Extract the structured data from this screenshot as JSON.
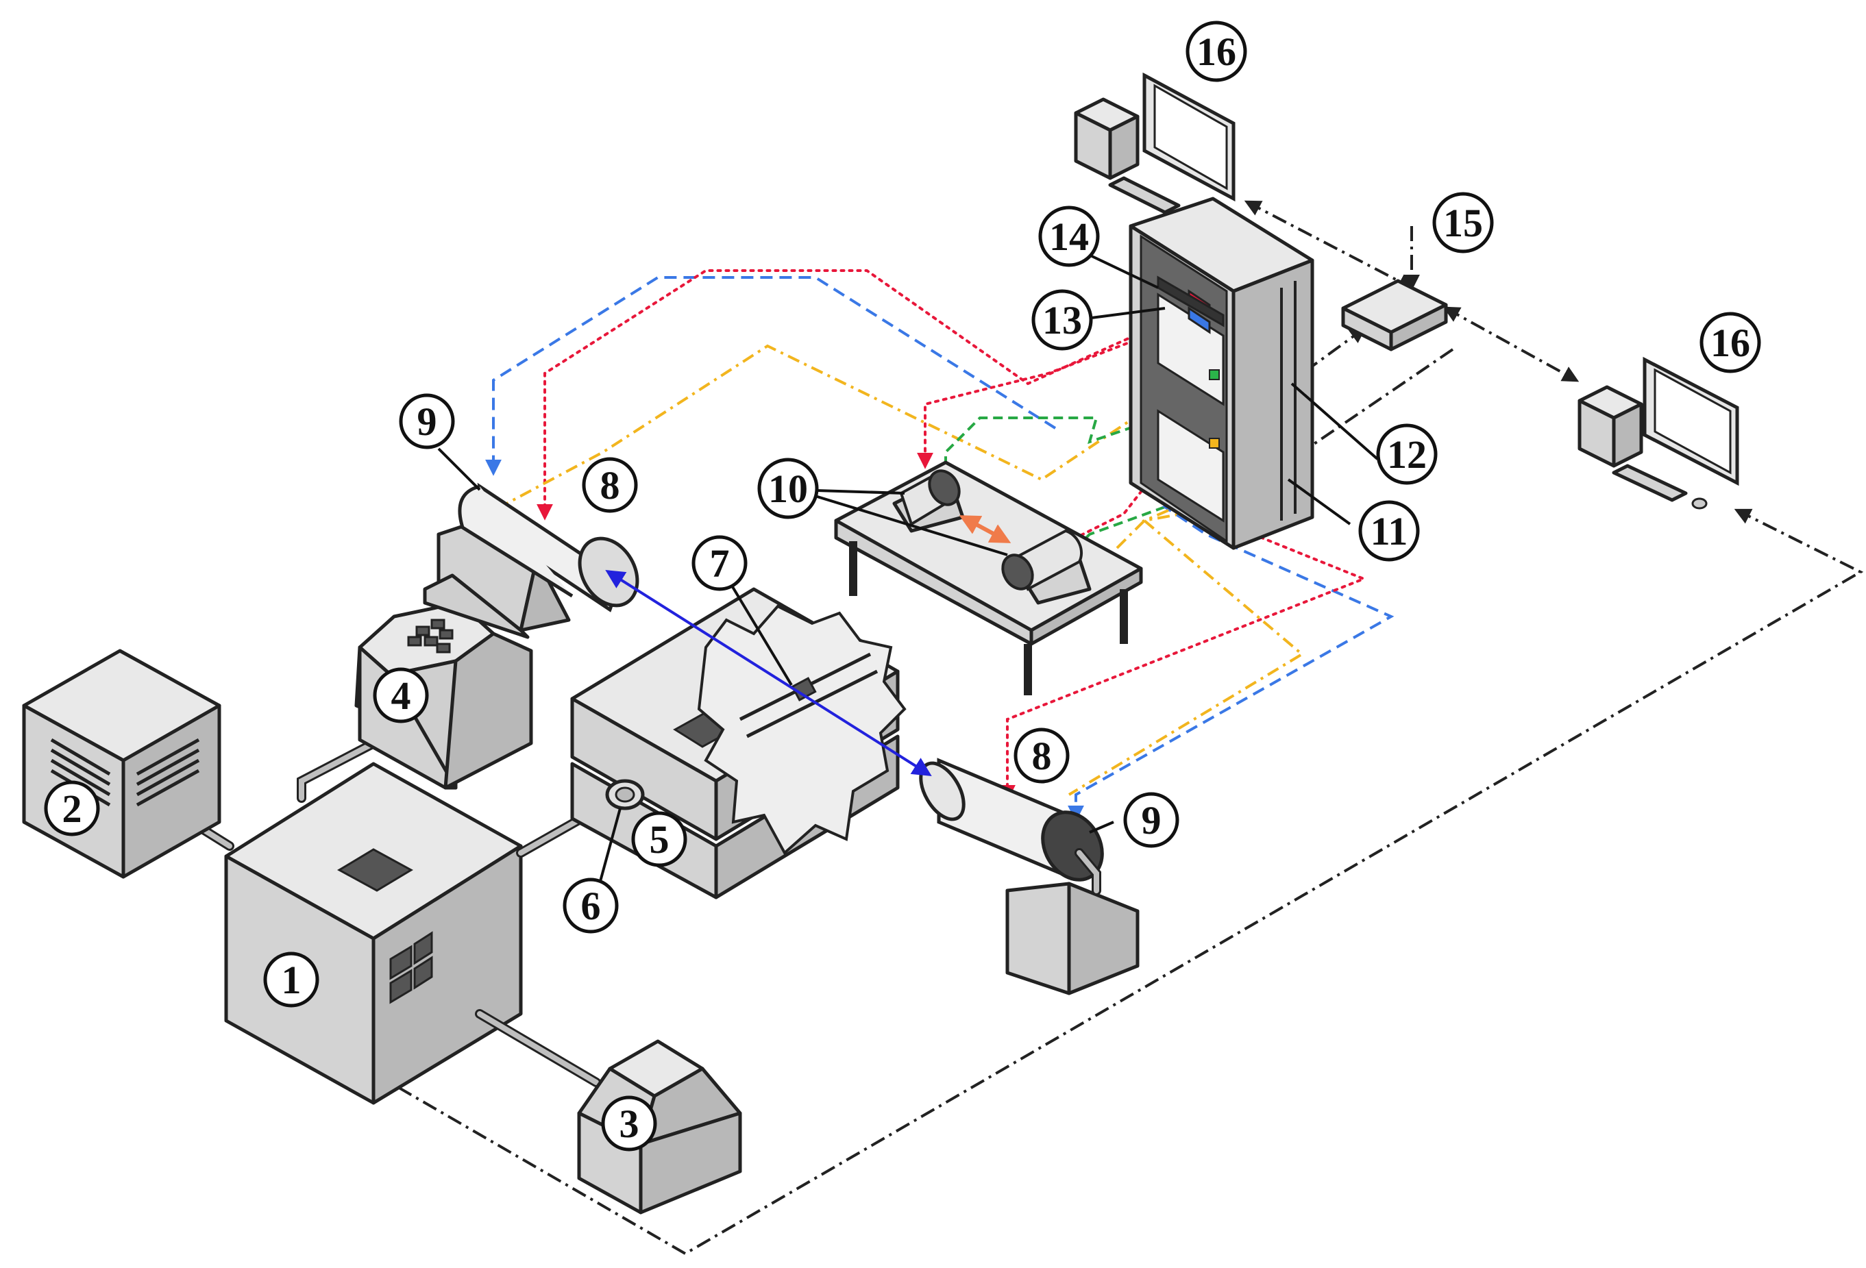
{
  "diagram": {
    "labels": [
      "1",
      "2",
      "3",
      "4",
      "5",
      "6",
      "7",
      "8",
      "9",
      "10",
      "11",
      "12",
      "13",
      "14",
      "15",
      "16"
    ],
    "colors": {
      "red": "#e8173a",
      "blue": "#3a78e6",
      "yellow": "#f2b51e",
      "green": "#27a844",
      "black": "#222222",
      "laser": "#2222dd",
      "orange": "#f07b4a"
    }
  }
}
